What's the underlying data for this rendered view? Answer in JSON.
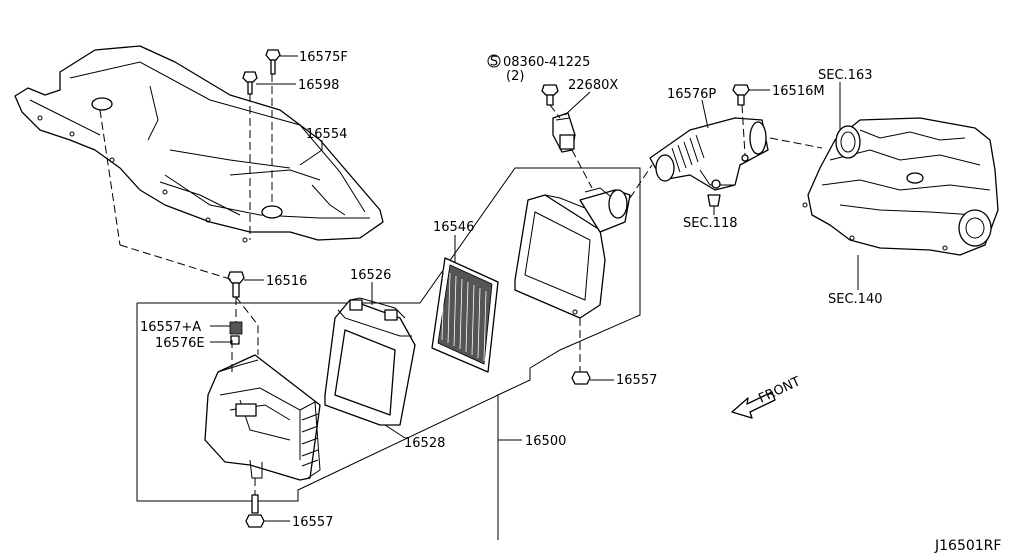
{
  "labels": {
    "p16575F": "16575F",
    "p16598": "16598",
    "p16554": "16554",
    "p16516": "16516",
    "p16526": "16526",
    "p16546": "16546",
    "p16557A": "16557+A",
    "p16576E": "16576E",
    "p16557_right": "16557",
    "p16557_bottom": "16557",
    "p16528": "16528",
    "p16500": "16500",
    "p08360": "08360-41225",
    "p08360_qty": "(2)",
    "p22680X": "22680X",
    "p16576P": "16576P",
    "p16516M": "16516M",
    "sec163": "SEC.163",
    "sec118": "SEC.118",
    "sec140": "SEC.140",
    "front": "FRONT",
    "screw_symbol": "S",
    "diagram_id": "J16501RF"
  }
}
